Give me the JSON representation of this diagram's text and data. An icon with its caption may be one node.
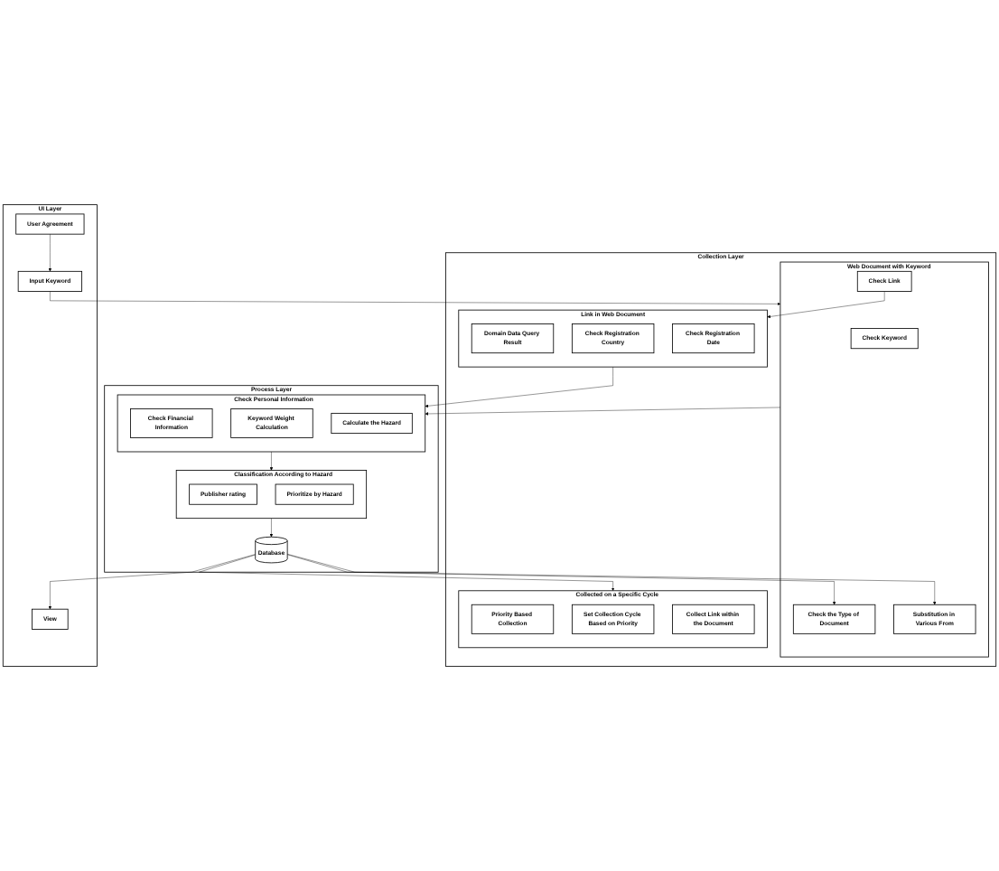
{
  "diagram": {
    "nodes": [
      {
        "text": [
          "UI Layer"
        ]
      },
      {
        "text": [
          "Input Keyword"
        ],
        "in": 0
      },
      {
        "text": [
          "User Agreement"
        ],
        "in": 0
      },
      {
        "text": [
          "View"
        ],
        "in": 0
      },
      {
        "text": [
          "Process Layer"
        ]
      },
      {
        "text": [
          "Check Personal Information"
        ],
        "in": 4
      },
      {
        "text": [
          "Check Financial Information"
        ],
        "in": 5
      },
      {
        "text": [
          "Keyword Weight Calculation"
        ],
        "in": 5
      },
      {
        "text": [
          "Calculate the Hazard"
        ],
        "in": 5
      },
      {
        "text": [
          "Classification According to Hazard"
        ],
        "in": 4
      },
      {
        "text": [
          "Publisher rating"
        ],
        "in": 9
      },
      {
        "text": [
          "Prioritize by Hazard"
        ],
        "in": 9
      },
      {
        "text": [
          "Database"
        ],
        "in": 4
      },
      {
        "text": [
          "Collection Layer"
        ]
      },
      {
        "text": [
          "Web Document with Keyword"
        ],
        "in": 13
      },
      {
        "text": [
          "Check Keyword"
        ],
        "in": 14
      },
      {
        "text": [
          "Check the Type of Document"
        ],
        "in": 14
      },
      {
        "text": [
          "Substitution in Various From"
        ],
        "in": 14
      },
      {
        "text": [
          "Check Link"
        ],
        "in": 14
      },
      {
        "text": [
          "Collected on a Specific Cycle"
        ],
        "in": 13
      },
      {
        "text": [
          "Priority Based Collection"
        ],
        "in": 19
      },
      {
        "text": [
          "Set Collection Cycle Based on Priority"
        ],
        "in": 19
      },
      {
        "text": [
          "Collect Link within the Document"
        ],
        "in": 19
      },
      {
        "text": [
          "Link in Web Document"
        ],
        "in": 13
      },
      {
        "text": [
          "Domain Data Query Result"
        ],
        "in": 23
      },
      {
        "text": [
          "Check Registration Country"
        ],
        "in": 23
      },
      {
        "text": [
          "Check Registration Date"
        ],
        "in": 23
      }
    ],
    "edges": [
      {
        "from": 2,
        "to": 1,
        "arrow": "to"
      },
      {
        "from": 1,
        "to": 14,
        "arrow": "to"
      },
      {
        "from": 5,
        "to": 9,
        "arrow": "to"
      },
      {
        "from": 9,
        "to": 12,
        "arrow": "to"
      },
      {
        "from": 12,
        "to": 3,
        "arrow": "to"
      },
      {
        "from": 12,
        "to": 19,
        "arrow": "to"
      },
      {
        "from": 12,
        "to": 16,
        "arrow": "to"
      },
      {
        "from": 12,
        "to": 17,
        "arrow": "to"
      },
      {
        "from": 14,
        "to": 5,
        "arrow": "to"
      },
      {
        "from": 23,
        "to": 5,
        "arrow": "to"
      },
      {
        "from": 18,
        "to": 23,
        "arrow": "to"
      }
    ]
  }
}
